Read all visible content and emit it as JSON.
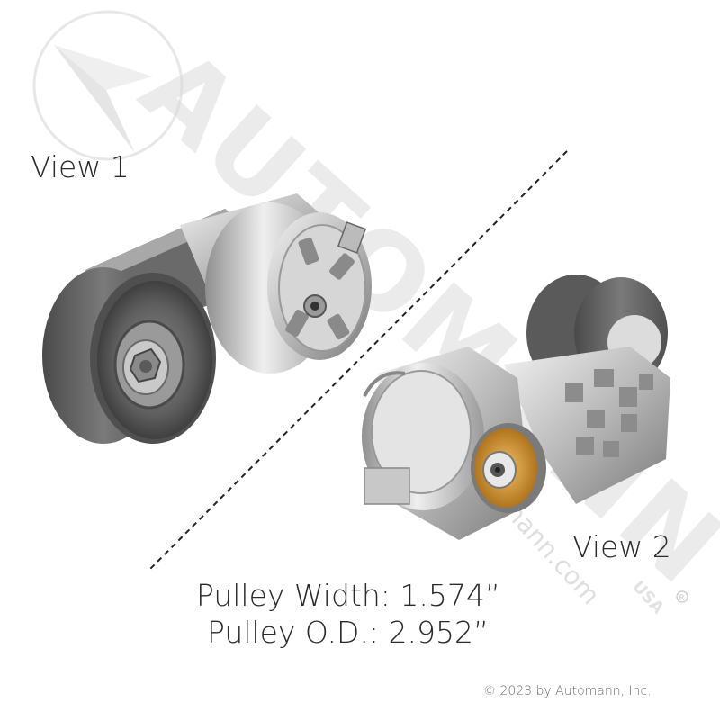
{
  "labels": {
    "view1": "View 1",
    "view2": "View 2",
    "pulley_width": "Pulley Width: 1.574”",
    "pulley_od": "Pulley O.D.: 2.952”"
  },
  "footer": {
    "copyright": "© 2023 by Automann, Inc."
  },
  "watermark": {
    "brand": "AUTOMANN",
    "url": "automann.com",
    "suffix": "USA"
  },
  "colors": {
    "watermark": "#d8d8d8",
    "metal_light": "#d9d9d9",
    "metal_dark": "#7d7d7d",
    "pulley": "#5a5a5a",
    "bushing": "#c9892a",
    "text": "#2b2b2b"
  }
}
